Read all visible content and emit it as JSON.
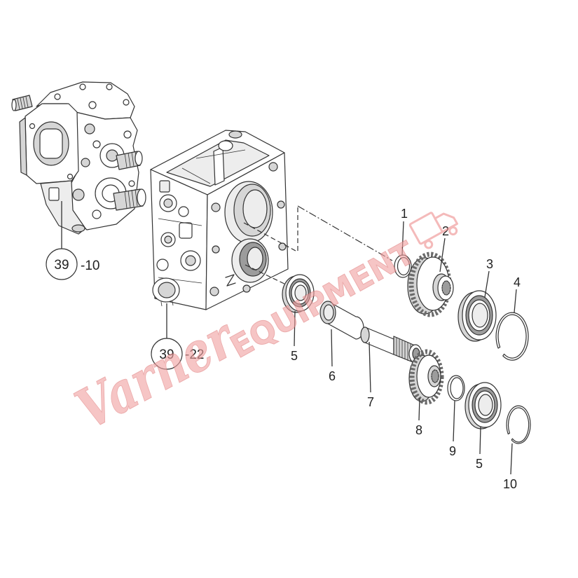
{
  "diagram": {
    "assembly_callouts": [
      {
        "number": "39",
        "suffix": "-10"
      },
      {
        "number": "39",
        "suffix": "-22"
      }
    ],
    "part_labels": [
      "1",
      "2",
      "3",
      "4",
      "5",
      "6",
      "7",
      "8",
      "9",
      "5",
      "10"
    ]
  },
  "watermark": {
    "script_text": "Varner",
    "block_text": "EQUIPMENT"
  },
  "icons": {
    "watermark_logo": "truck-icon"
  },
  "colors": {
    "background": "#ffffff",
    "line": "#333333",
    "shade": "#d6d6d6",
    "watermark": "#f2a3a3"
  }
}
